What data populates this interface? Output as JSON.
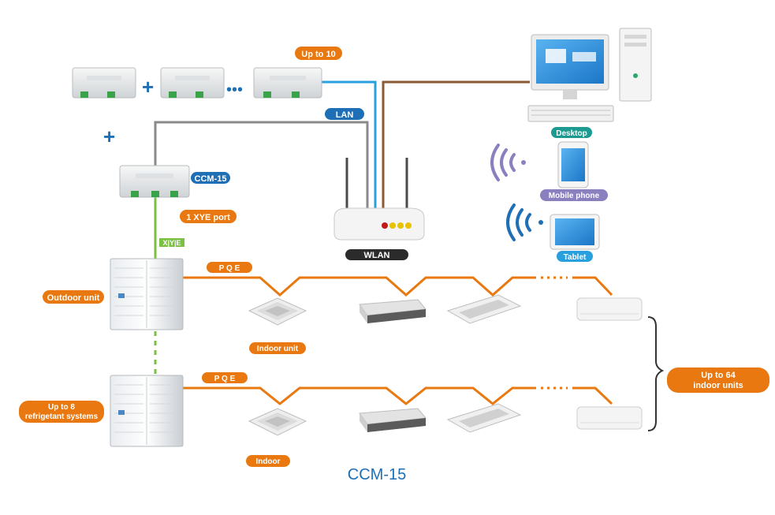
{
  "title": "CCM-15",
  "colors": {
    "orange": "#e8780f",
    "blue_dark": "#1e6fb6",
    "teal": "#1a9a90",
    "purple": "#8a7fbf",
    "cyan": "#29a0dd",
    "black_pill": "#2b2b2b",
    "green": "#7ac143",
    "brown": "#8a5a34",
    "gray": "#8a8a8a"
  },
  "labels": {
    "up_to_10": "Up to 10",
    "lan": "LAN",
    "ccm15": "CCM-15",
    "xye_port": "1 XYE port",
    "xye_tag": "X|Y|E",
    "wlan": "WLAN",
    "desktop": "Desktop",
    "mobile_phone": "Mobile phone",
    "tablet": "Tablet",
    "outdoor_unit": "Outdoor unit",
    "up_to_8_line1": "Up to 8",
    "up_to_8_line2": "refrigetant systems",
    "pqe_top": "P Q E",
    "pqe_bottom": "P Q E",
    "indoor_unit": "Indoor unit",
    "indoor": "Indoor",
    "up_to_64_line1": "Up to 64",
    "up_to_64_line2": "indoor units",
    "plus_symbol": "+",
    "dots_symbol": "•••"
  },
  "icons": [
    "controller-icon",
    "router-icon",
    "desktop-computer-icon",
    "mobile-phone-icon",
    "tablet-icon",
    "wifi-waves-icon",
    "outdoor-unit-icon",
    "cassette-unit-icon",
    "duct-unit-icon",
    "ceiling-unit-icon",
    "wall-unit-icon"
  ]
}
